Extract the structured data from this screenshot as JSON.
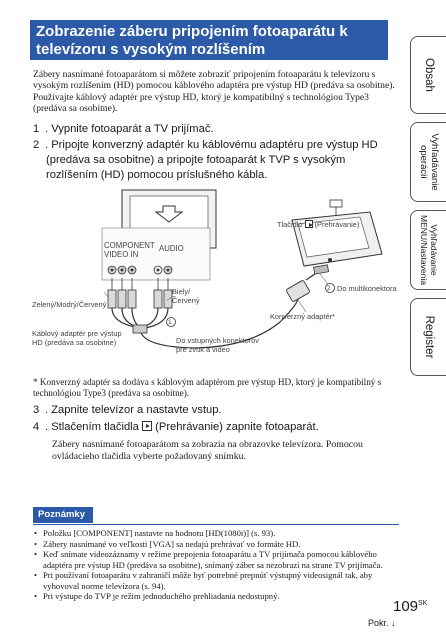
{
  "title": "Zobrazenie záberu pripojením fotoaparátu k televízoru s vysokým rozlíšením",
  "intro": "Zábery nasnímané fotoaparátom si môžete zobraziť pripojením fotoaparátu k televízoru s vysokým rozlíšením (HD) pomocou káblového adaptéra pre výstup HD (predáva sa osobitne). Používajte káblový adaptér pre výstup HD, ktorý je kompatibilný s technológiou Type3 (predáva sa osobitne).",
  "steps": [
    {
      "num": "1",
      "text": "Vypnite fotoaparát a TV prijímač."
    },
    {
      "num": "2",
      "text_line1": "Pripojte konverzný adaptér ku káblovému adaptéru pre výstup HD",
      "text_rest": "(predáva sa osobitne) a pripojte fotoaparát k TVP s vysokým rozlíšením (HD) pomocou príslušného kábla."
    },
    {
      "num": "3",
      "text": "Zapnite televízor a nastavte vstup."
    },
    {
      "num": "4",
      "text_before": "Stlačením tlačidla",
      "text_after": "(Prehrávanie) zapnite fotoaparát.",
      "sub": "Zábery nasnímané fotoaparátom sa zobrazia na obrazovke televízora. Pomocou ovládacieho tlačidla vyberte požadovaný snímku."
    }
  ],
  "diagram": {
    "component_label": "COMPONENT\nVIDEO IN",
    "audio_label": "AUDIO",
    "green_blue_red": "Zelený/Modrý/Červený",
    "white_red": "Biely/\nČervený",
    "to_inputs": "Do vstupných konektorov\npre zvuk a video",
    "cable_adapter": "Káblový adaptér pre výstup\nHD (predáva sa osobitne)",
    "converter": "Konverzný adaptér*",
    "playback_button": "Tlačidlo",
    "playback_label": "(Prehrávanie)",
    "multi_connector": "Do multikonektora",
    "marker1": "1",
    "marker2": "2"
  },
  "footnote": "* Konverzný adaptér sa dodáva s káblovým adaptérom pre výstup HD, ktorý je kompatibilný s technológiou Type3 (predáva sa osobitne).",
  "notes": {
    "header": "Poznámky",
    "items": [
      "Položku [COMPONENT] nastavte na hodnotu [HD(1080i)] (s. 93).",
      "Zábery nasnímané vo veľkosti [VGA] sa nedajú prehrávať vo formáte HD.",
      "Keď snímate videozáznamy v režime prepojenia fotoaparátu a TV prijímača pomocou káblového adaptéra pre výstup HD (predáva sa osobitne), snímaný záber sa nezobrazí na strane TV prijímača.",
      "Pri používaní fotoaparátu v zahraničí môže byť potrebné prepnúť výstupný videosignál tak, aby vyhovoval norme televízora (s. 94).",
      "Pri výstupe do TVP je režim jednoduchého prehliadania nedostupný."
    ]
  },
  "tabs": [
    {
      "label": "Obsah"
    },
    {
      "label1": "Vyhľadávanie",
      "label2": "operácií"
    },
    {
      "label1": "Vyhľadávanie",
      "label2": "MENU/Nastavenia"
    },
    {
      "label": "Register"
    }
  ],
  "page_number": "109",
  "page_suffix": "SK",
  "footer_link": "Pokr.",
  "colors": {
    "accent": "#2c5aa8"
  }
}
